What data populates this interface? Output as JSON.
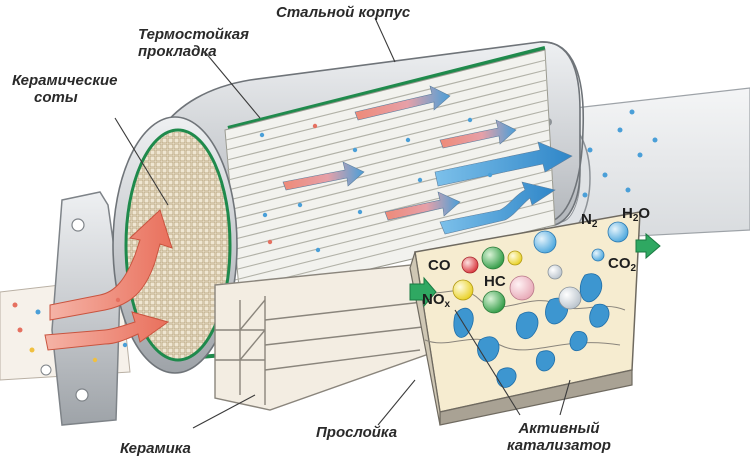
{
  "labels": {
    "steel_case": "Стальной корпус",
    "heat_gasket_line1": "Термостойкая",
    "heat_gasket_line2": "прокладка",
    "ceramic_cells_line1": "Керамические",
    "ceramic_cells_line2": "соты",
    "ceramics": "Керамика",
    "layer": "Прослойка",
    "active_catalyst_line1": "Активный",
    "active_catalyst_line2": "катализатор"
  },
  "chemistry": {
    "co": "CO",
    "hc": "HC",
    "nox_main": "NO",
    "nox_sub": "x",
    "n2_main": "N",
    "n2_sub": "2",
    "h2o_h": "H",
    "h2o_sub": "2",
    "h2o_o": "O",
    "co2_main": "CO",
    "co2_sub": "2"
  },
  "colors": {
    "steel": "#c9ccd0",
    "steel_dark": "#8e9398",
    "gasket_green": "#1f8a4c",
    "hot_flow": "#f08a7a",
    "clean_flow": "#4a9fd8",
    "layer_fill": "#f6ecd0",
    "ceramic_fill": "#efe8d8",
    "honeycomb": "#c8b89a"
  }
}
